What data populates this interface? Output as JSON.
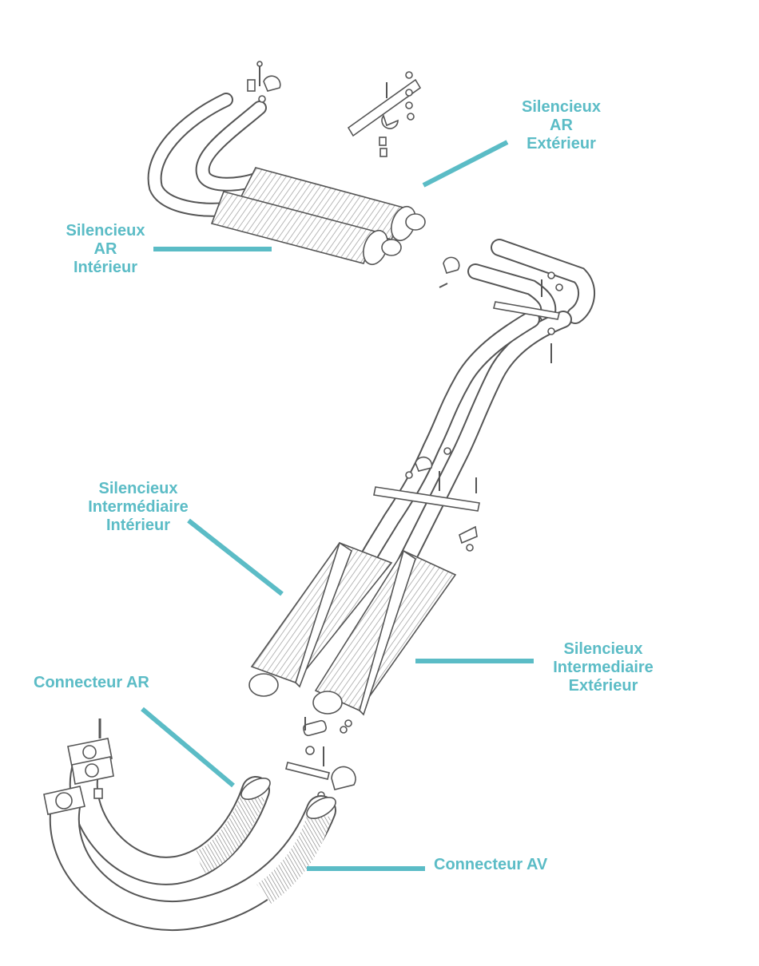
{
  "title": "Exhaust system exploded diagram",
  "accent_color": "#5bbcc6",
  "line_color": "#555555",
  "labels": {
    "silencieux_ar_exterieur": [
      "Silencieux",
      "AR",
      "Extérieur"
    ],
    "silencieux_ar_interieur": [
      "Silencieux",
      "AR",
      "Intérieur"
    ],
    "silencieux_intermediaire_interieur": [
      "Silencieux",
      "Intermédiaire",
      "Intérieur"
    ],
    "silencieux_intermediaire_exterieur": [
      "Silencieux",
      "Intermediaire",
      "Extérieur"
    ],
    "connecteur_ar": "Connecteur AR",
    "connecteur_av": "Connecteur AV"
  }
}
